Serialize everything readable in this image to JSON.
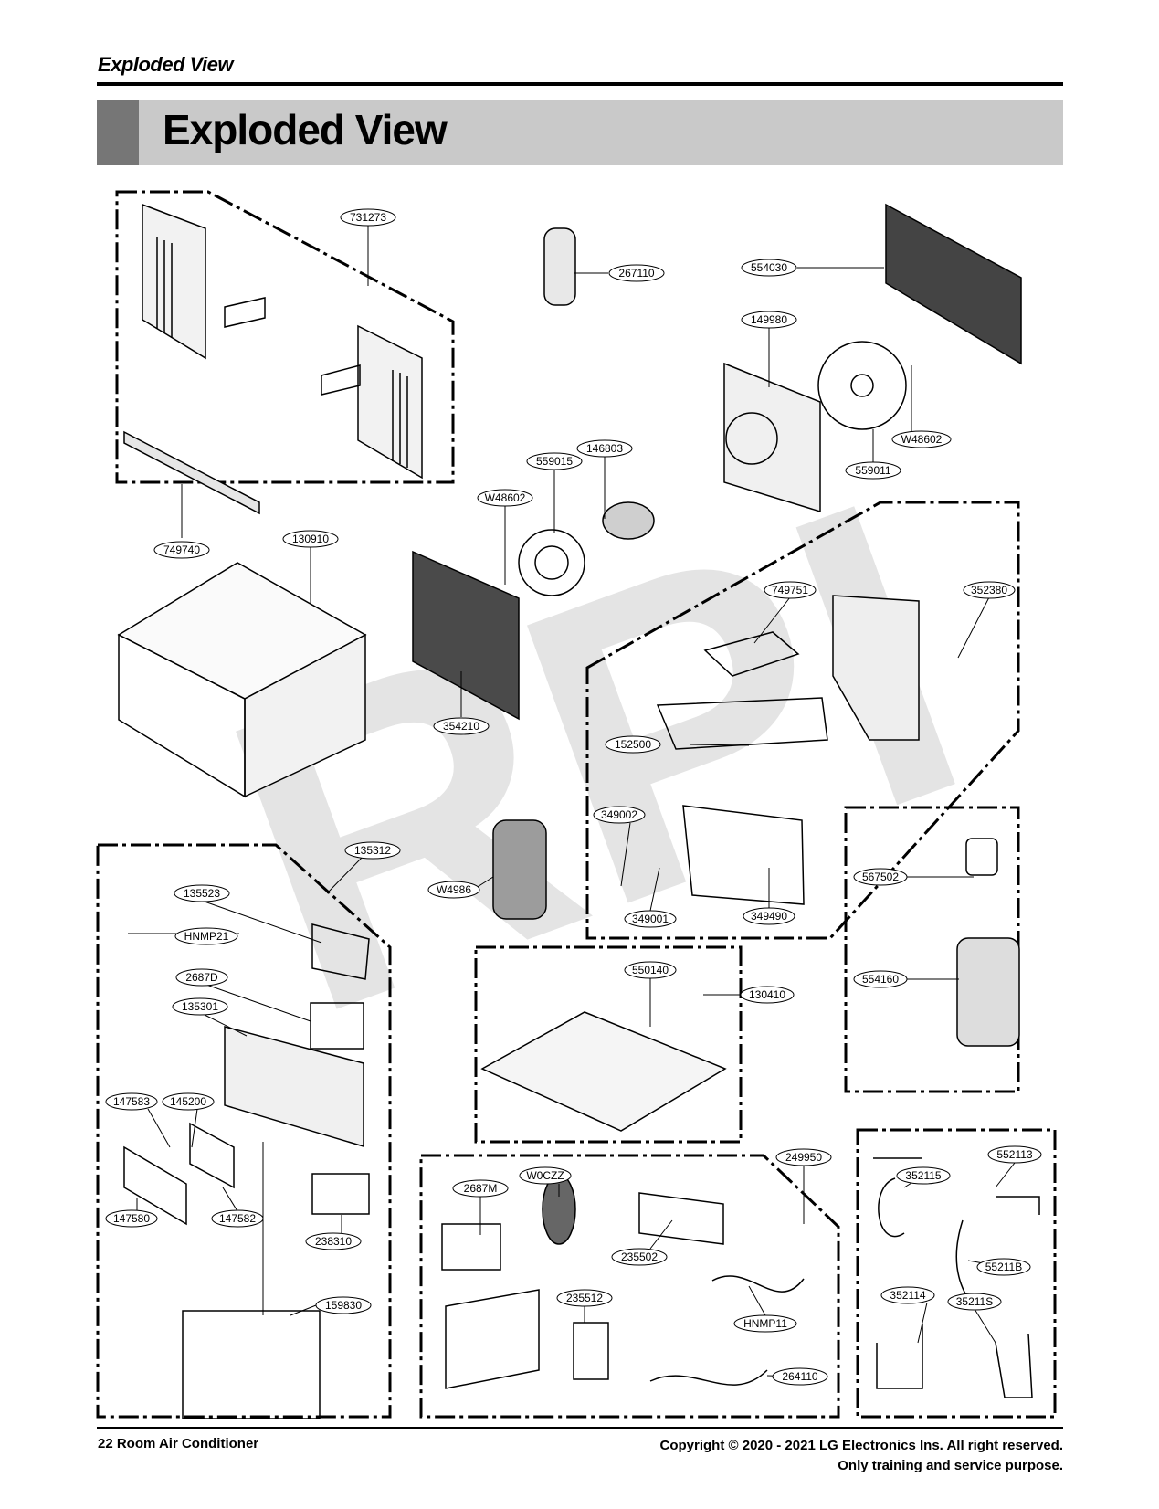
{
  "page": {
    "running_header": "Exploded View",
    "title": "Exploded View",
    "watermark": "RPI",
    "footer_left": "22 Room Air Conditioner",
    "footer_right_line1": "Copyright © 2020 - 2021  LG Electronics Ins. All right reserved.",
    "footer_right_line2": "Only training and service purpose."
  },
  "labels": {
    "p731273": "731273",
    "p267110": "267110",
    "p554030": "554030",
    "p149980": "149980",
    "pW48602a": "W48602",
    "p559011": "559011",
    "p146803": "146803",
    "p559015": "559015",
    "pW48602b": "W48602",
    "p749740": "749740",
    "p130910": "130910",
    "p354210": "354210",
    "p749751": "749751",
    "p352380": "352380",
    "p152500": "152500",
    "p349002": "349002",
    "p349001": "349001",
    "p349490": "349490",
    "p135312": "135312",
    "pW4986": "W4986",
    "p135523": "135523",
    "pHNMP21": "HNMP21",
    "p2687D": "2687D",
    "p135301": "135301",
    "p147583": "147583",
    "p145200": "145200",
    "p147580": "147580",
    "p147582": "147582",
    "p238310": "238310",
    "p159830": "159830",
    "p567502": "567502",
    "p554160": "554160",
    "p550140": "550140",
    "p130410": "130410",
    "p249950": "249950",
    "p2687M": "2687M",
    "pW0CZZ": "W0CZZ",
    "p235502": "235502",
    "p235512": "235512",
    "pHNMP11": "HNMP11",
    "p264110": "264110",
    "p552113": "552113",
    "p352115": "352115",
    "p55211B": "55211B",
    "p352114": "352114",
    "p35211S": "35211S"
  }
}
